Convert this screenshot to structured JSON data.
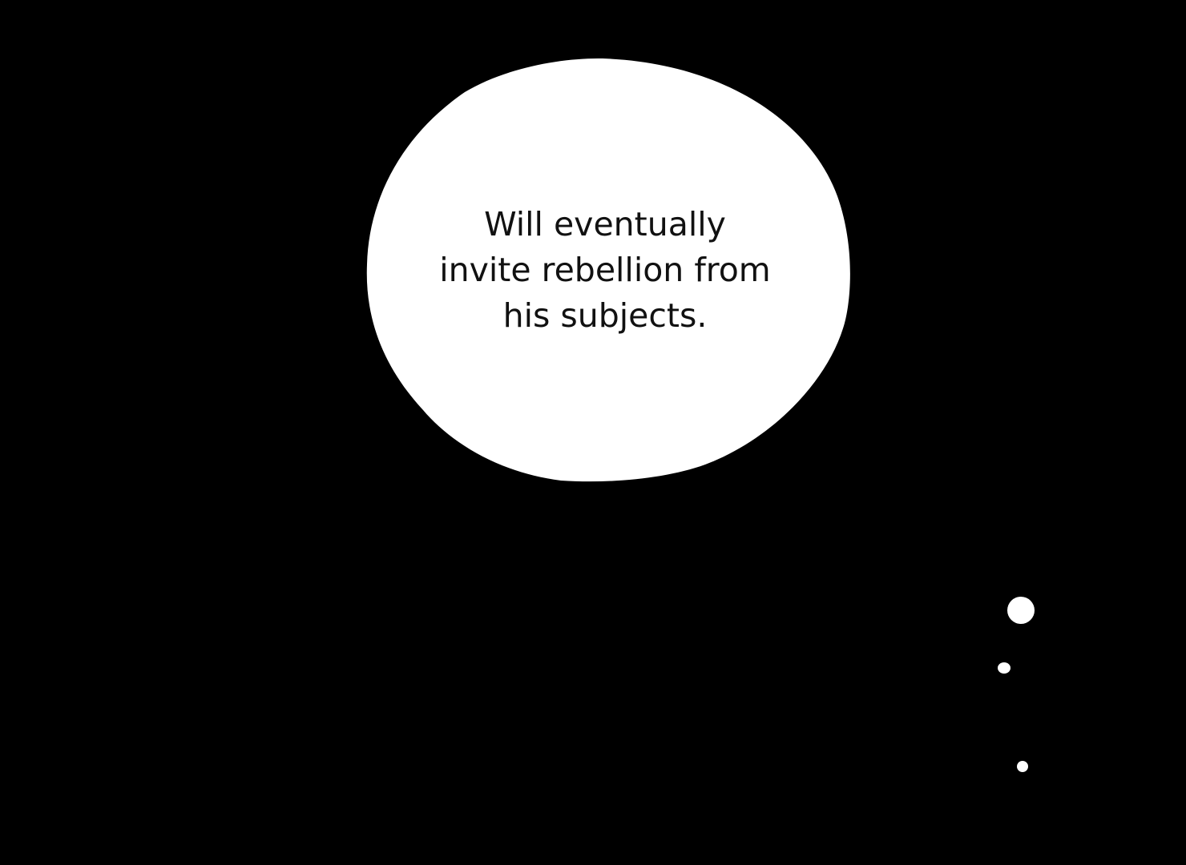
{
  "bubble": {
    "lines": [
      "Will eventually",
      "invite rebellion from",
      "his subjects."
    ]
  },
  "colors": {
    "background": "#000000",
    "bubble_fill": "#ffffff",
    "text": "#111111",
    "dots": "#ffffff"
  }
}
